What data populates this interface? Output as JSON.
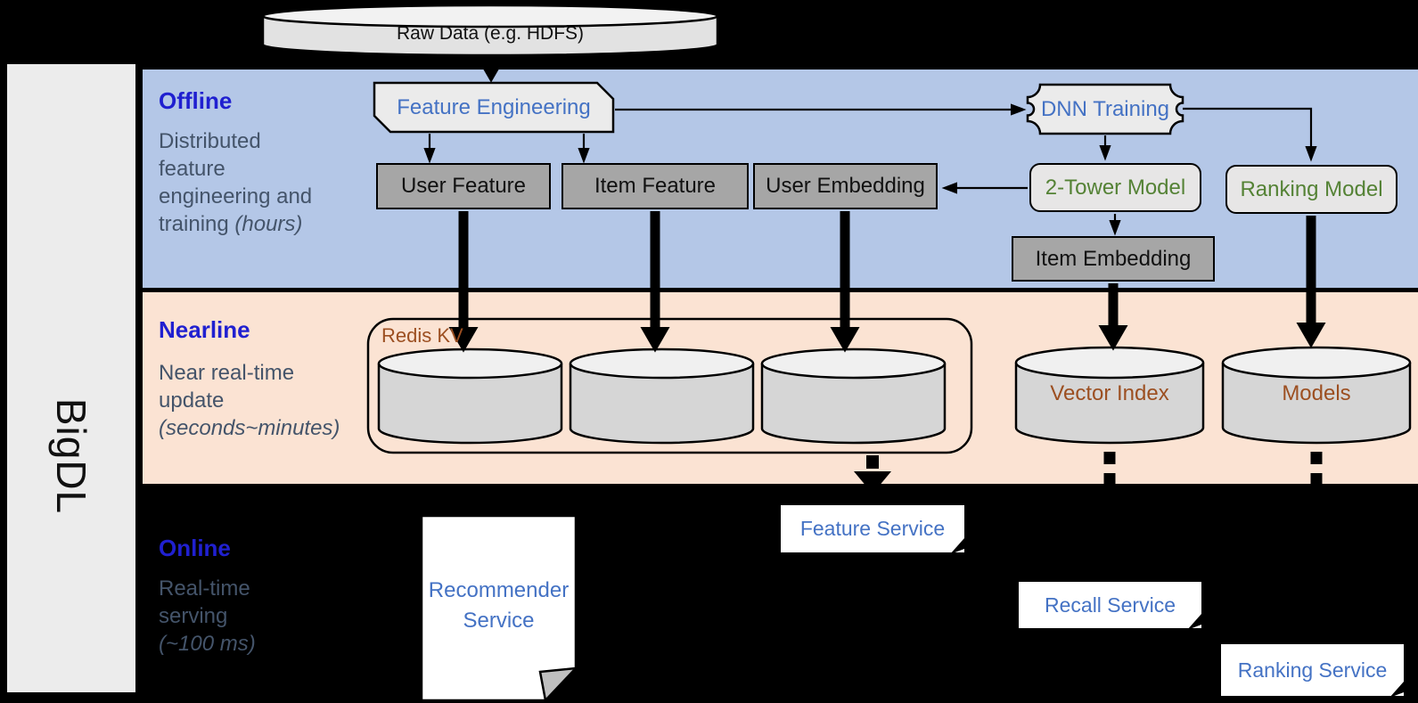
{
  "sidebar": {
    "brand": "BigDL"
  },
  "source": {
    "label": "Raw Data (e.g. HDFS)"
  },
  "lanes": {
    "offline": {
      "title": "Offline",
      "desc_line1": "Distributed",
      "desc_line2": "feature",
      "desc_line3": "engineering and",
      "desc_line4": "training",
      "desc_italic": "(hours)"
    },
    "nearline": {
      "title": "Nearline",
      "desc_line1": "Near real-time",
      "desc_line2": "update",
      "desc_italic": "(seconds~minutes)"
    },
    "online": {
      "title": "Online",
      "desc_line1": "Real-time",
      "desc_line2": "serving",
      "desc_italic": "(~100 ms)"
    }
  },
  "offline_nodes": {
    "feature_engineering": "Feature Engineering",
    "dnn_training": "DNN Training",
    "user_feature": "User Feature",
    "item_feature": "Item Feature",
    "user_embedding": "User Embedding",
    "two_tower_model": "2-Tower Model",
    "ranking_model": "Ranking Model",
    "item_embedding": "Item Embedding"
  },
  "nearline_nodes": {
    "redis_kv": "Redis KV",
    "vector_index": "Vector Index",
    "models": "Models"
  },
  "online_nodes": {
    "recommender_service": "Recommender Service",
    "feature_service": "Feature Service",
    "recall_service": "Recall Service",
    "ranking_service": "Ranking Service"
  },
  "colors": {
    "background": "#000000",
    "offline_band": "#b4c7e7",
    "nearline_band": "#fbe3d3",
    "sidebar": "#ececec",
    "lane_title_blue": "#2020d0",
    "lane_desc_gray": "#44546a",
    "node_blue": "#4472c4",
    "node_green": "#548235",
    "node_brown": "#9c4f21",
    "gray_box": "#a6a6a6",
    "light_shape": "#ebebeb",
    "cylinder_body": "#d6d6d6",
    "cylinder_top": "#f0f0f0"
  }
}
